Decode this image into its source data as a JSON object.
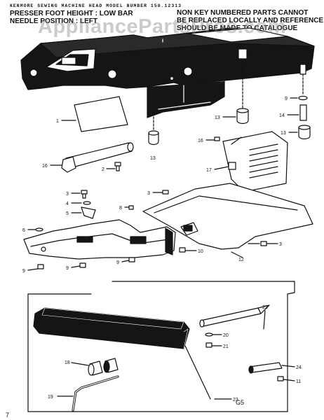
{
  "header": {
    "model_line": "KENMORE SEWING MACHINE HEAD  MODEL NUMBER 158.12313"
  },
  "notes": {
    "left_line1": "PRESSER FOOT HEIGHT : LOW BAR",
    "left_line2": "NEEDLE POSITION : LEFT",
    "right_line1": "NON KEY NUMBERED PARTS CANNOT",
    "right_line2": "BE REPLACED LOCALLY AND REFERENCE",
    "right_line3": "SHOULD BE MADE TO CATALOGUE"
  },
  "watermark": "AppliancePartsPros.com",
  "callouts": [
    {
      "label": "1"
    },
    {
      "label": "16"
    },
    {
      "label": "2"
    },
    {
      "label": "13"
    },
    {
      "label": "13"
    },
    {
      "label": "9"
    },
    {
      "label": "14"
    },
    {
      "label": "13"
    },
    {
      "label": "16"
    },
    {
      "label": "17"
    },
    {
      "label": "3"
    },
    {
      "label": "4"
    },
    {
      "label": "5"
    },
    {
      "label": "8"
    },
    {
      "label": "3"
    },
    {
      "label": "6"
    },
    {
      "label": "9"
    },
    {
      "label": "9"
    },
    {
      "label": "9"
    },
    {
      "label": "10"
    },
    {
      "label": "12"
    },
    {
      "label": "3"
    },
    {
      "label": "22"
    },
    {
      "label": "20"
    },
    {
      "label": "21"
    },
    {
      "label": "18"
    },
    {
      "label": "24"
    },
    {
      "label": "11"
    },
    {
      "label": "19"
    },
    {
      "label": "23"
    }
  ],
  "page_code": "G5",
  "corner_mark": "7"
}
